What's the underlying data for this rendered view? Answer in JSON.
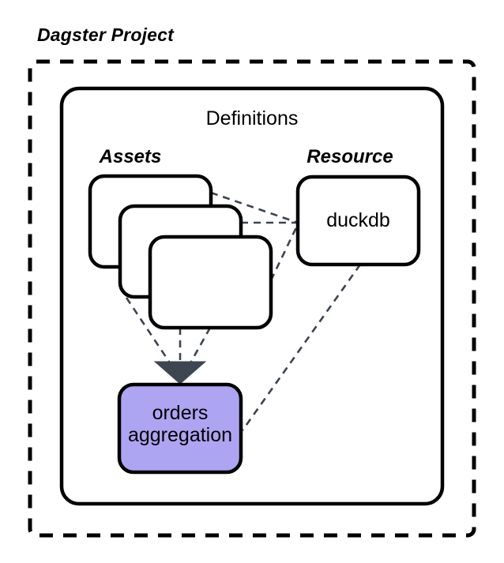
{
  "diagram": {
    "type": "architecture-diagram",
    "outer_container": {
      "title": "Dagster Project",
      "border_style": "dashed",
      "border_color": "#000000"
    },
    "inner_container": {
      "title": "Definitions",
      "border_style": "solid",
      "border_color": "#000000"
    },
    "groups": [
      {
        "name": "assets-group",
        "label": "Assets",
        "card_count": 3
      },
      {
        "name": "resource-group",
        "label": "Resource"
      }
    ],
    "nodes": [
      {
        "id": "asset-card-1",
        "label": "",
        "fill": "#ffffff",
        "stroke": "#000000"
      },
      {
        "id": "asset-card-2",
        "label": "",
        "fill": "#ffffff",
        "stroke": "#000000"
      },
      {
        "id": "asset-card-3",
        "label": "",
        "fill": "#ffffff",
        "stroke": "#000000"
      },
      {
        "id": "duckdb-node",
        "label": "duckdb",
        "fill": "#ffffff",
        "stroke": "#000000"
      },
      {
        "id": "orders-aggregation-node",
        "label_line1": "orders",
        "label_line2": "aggregation",
        "fill": "#ada4f2",
        "stroke": "#000000"
      }
    ],
    "edges": [
      {
        "from": "asset-card-1",
        "to": "duckdb-node",
        "style": "dashed"
      },
      {
        "from": "asset-card-2",
        "to": "duckdb-node",
        "style": "dashed"
      },
      {
        "from": "asset-card-3",
        "to": "duckdb-node",
        "style": "dashed"
      },
      {
        "from": "asset-card-1",
        "to": "orders-aggregation-node",
        "style": "dashed",
        "arrow": true
      },
      {
        "from": "asset-card-2",
        "to": "orders-aggregation-node",
        "style": "dashed",
        "arrow": true
      },
      {
        "from": "asset-card-3",
        "to": "orders-aggregation-node",
        "style": "dashed",
        "arrow": true
      },
      {
        "from": "duckdb-node",
        "to": "orders-aggregation-node",
        "style": "dashed"
      }
    ],
    "colors": {
      "edge": "#3c4450",
      "arrowhead": "#3e4751",
      "highlight_fill": "#ada4f2",
      "stroke": "#000000",
      "background": "#ffffff"
    }
  }
}
